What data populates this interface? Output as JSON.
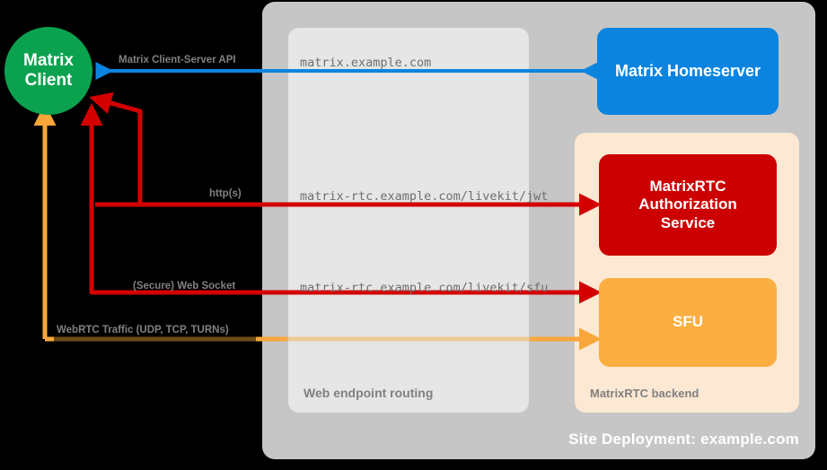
{
  "diagram": {
    "title_bottom_right": "Site Deployment: example.com",
    "background_color": "#000000"
  },
  "nodes": {
    "client": {
      "line1": "Matrix",
      "line2": "Client",
      "color": "#0ba24f",
      "shape": "circle"
    },
    "homeserver": {
      "label": "Matrix Homeserver",
      "color": "#0b84e0"
    },
    "auth_service": {
      "line1": "MatrixRTC",
      "line2": "Authorization",
      "line3": "Service",
      "color": "#cc0000"
    },
    "sfu": {
      "label": "SFU",
      "color": "#fbae42"
    }
  },
  "containers": {
    "site": {
      "label": "Site Deployment: example.com",
      "color": "#c6c6c6"
    },
    "routing": {
      "label": "Web endpoint routing",
      "color": "#e6e6e6"
    },
    "backend": {
      "label": "MatrixRTC backend",
      "color": "#fce8d3"
    }
  },
  "endpoints": {
    "matrix": "matrix.example.com",
    "livekit_jwt": "matrix-rtc.example.com/livekit/jwt",
    "livekit_sfu": "matrix-rtc.example.com/livekit/sfu"
  },
  "edges": {
    "client_server_api": {
      "label": "Matrix Client-Server API",
      "color": "#0b84e0"
    },
    "https": {
      "label": "http(s)",
      "color": "#d40000"
    },
    "websocket": {
      "label": "(Secure) Web Socket",
      "color": "#d40000"
    },
    "webrtc": {
      "label": "WebRTC Traffic (UDP, TCP, TURNs)",
      "color": "#f9a63a"
    }
  }
}
